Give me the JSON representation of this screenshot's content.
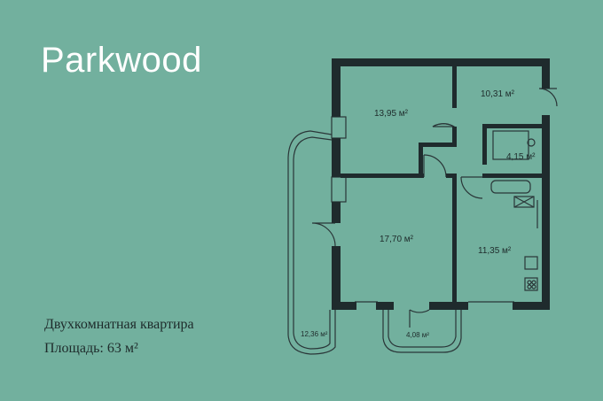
{
  "brand": {
    "name": "Parkwood"
  },
  "apartment": {
    "type_label": "Двухкомнатная квартира",
    "area_label": "Площадь: 63 м²"
  },
  "rooms": {
    "room_top_left": "13,95 м²",
    "room_top_right": "10,31 м²",
    "bathroom": "4,15 м²",
    "living_room": "17,70 м²",
    "kitchen": "11,35 м²"
  },
  "balconies": {
    "left": "12,36 м²",
    "bottom": "4,08 м²"
  },
  "colors": {
    "background": "#72b09e",
    "walls": "#1f2b2d",
    "lines": "#2a3638"
  }
}
